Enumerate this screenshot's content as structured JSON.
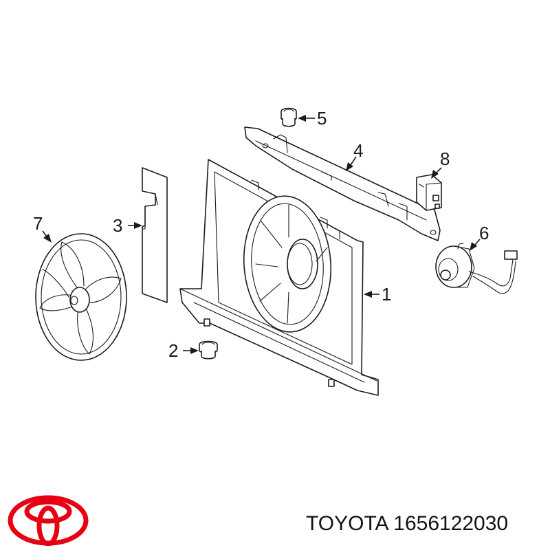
{
  "caption": {
    "brand": "TOYOTA",
    "part_number": "1656122030"
  },
  "callouts": [
    {
      "id": "1",
      "label": "1",
      "part": "shroud"
    },
    {
      "id": "2",
      "label": "2",
      "part": "lower-grommet"
    },
    {
      "id": "3",
      "label": "3",
      "part": "seal-panel"
    },
    {
      "id": "4",
      "label": "4",
      "part": "upper-support-bracket"
    },
    {
      "id": "5",
      "label": "5",
      "part": "upper-grommet"
    },
    {
      "id": "6",
      "label": "6",
      "part": "fan-motor"
    },
    {
      "id": "7",
      "label": "7",
      "part": "fan-blade"
    },
    {
      "id": "8",
      "label": "8",
      "part": "resistor-connector"
    }
  ],
  "colors": {
    "line": "#1a1a1a",
    "logo": "#e60012",
    "background": "#ffffff"
  },
  "icons": {
    "logo": "toyota-logo"
  }
}
